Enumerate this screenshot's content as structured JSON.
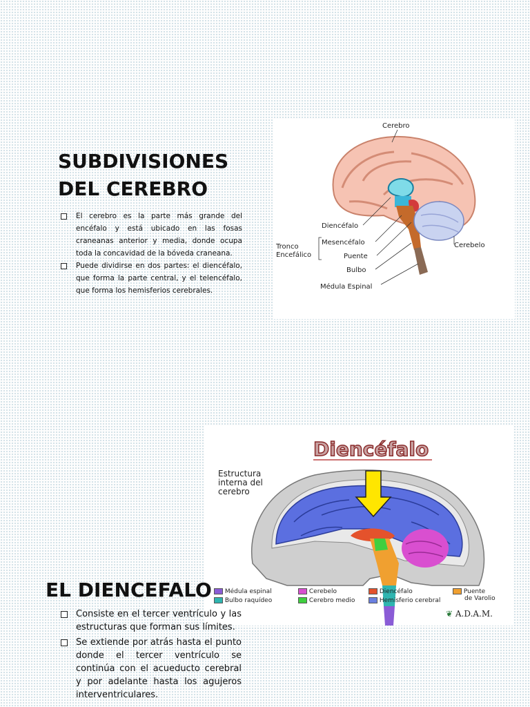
{
  "section1": {
    "title_line1": "SUBDIVISIONES",
    "title_line2": "DEL CEREBRO",
    "bullets": [
      "El cerebro es la parte más grande del encéfalo y está ubicado en las fosas craneanas anterior y media, donde ocupa toda la concavidad de la bóveda craneana.",
      "Puede dividirse en dos partes: el diencéfalo, que forma la parte central, y el telencéfalo, que forma los hemisferios cerebrales."
    ]
  },
  "figure1": {
    "labels": {
      "cerebro": "Cerebro",
      "diencefalo": "Diencéfalo",
      "tronco": "Tronco",
      "encefalico": "Encefálico",
      "mesencefalo": "Mesencéfalo",
      "puente": "Puente",
      "bulbo": "Bulbo",
      "medula": "Médula Espinal",
      "cerebelo": "Cerebelo"
    }
  },
  "figure2": {
    "title": "Diencéfalo",
    "subtitle_line1": "Estructura",
    "subtitle_line2": "interna del",
    "subtitle_line3": "cerebro",
    "legend": [
      {
        "label": "Médula espinal",
        "color": "#8a5cd6"
      },
      {
        "label": "Bulbo raquídeo",
        "color": "#2fb5b0"
      },
      {
        "label": "Cerebelo",
        "color": "#d94fd0"
      },
      {
        "label": "Cerebro medio",
        "color": "#3fcf3f"
      },
      {
        "label": "Diencéfalo",
        "color": "#e4522c"
      },
      {
        "label": "Hemisferio cerebral",
        "color": "#6a80e0"
      },
      {
        "label": "Puente",
        "color": "#f0a030"
      }
    ],
    "legend_extra": "de Varolio",
    "brand": "A.D.A.M."
  },
  "section2": {
    "title": "EL DIENCEFALO",
    "bullets": [
      "Consiste en el tercer ventrículo y las estructuras que forman sus límites.",
      "Se extiende por atrás hasta el punto donde el tercer ventrículo se continúa con el acueducto cerebral y por adelante hasta los agujeros interventriculares."
    ]
  }
}
